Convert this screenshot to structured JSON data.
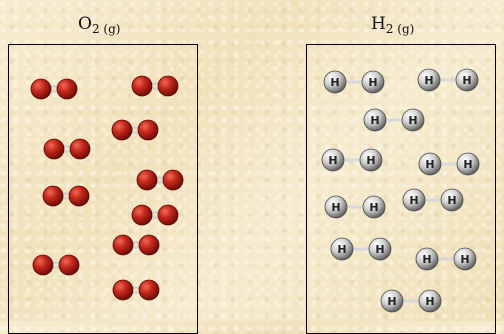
{
  "panels": [
    {
      "id": "o2",
      "label_main": "O",
      "label_sub": "2 (g)",
      "atom_label": "",
      "atom_color": "#b01a12",
      "atom_highlight": "#f06a55",
      "bond_type": "double",
      "molecule_count": 10
    },
    {
      "id": "h2",
      "label_main": "H",
      "label_sub": "2 (g)",
      "atom_label": "H",
      "atom_color": "#9a9a9a",
      "atom_highlight": "#ffffff",
      "bond_type": "single",
      "molecule_count": 10
    }
  ]
}
